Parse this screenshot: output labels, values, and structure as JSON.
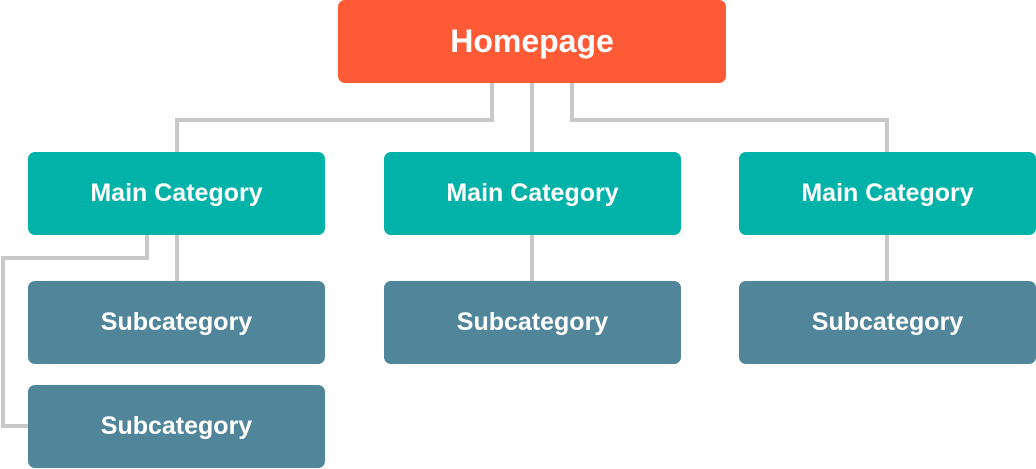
{
  "colors": {
    "homepage": "#ff5a36",
    "main_category": "#00b2a8",
    "subcategory": "#51859a",
    "connector": "#c8c8c8"
  },
  "homepage": {
    "label": "Homepage"
  },
  "main_categories": [
    {
      "label": "Main Category"
    },
    {
      "label": "Main Category"
    },
    {
      "label": "Main Category"
    }
  ],
  "subcategories": [
    {
      "label": "Subcategory",
      "parent": 0
    },
    {
      "label": "Subcategory",
      "parent": 0
    },
    {
      "label": "Subcategory",
      "parent": 1
    },
    {
      "label": "Subcategory",
      "parent": 2
    }
  ]
}
